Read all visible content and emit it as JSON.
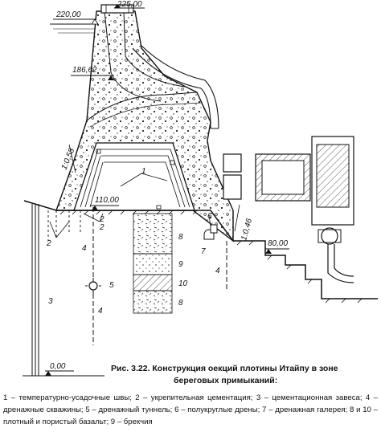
{
  "elevations": {
    "top_crest": "225,00",
    "upstream_water": "220,00",
    "mid_level": "186,62",
    "foundation": "110,00",
    "downstream": "80,00",
    "base": "0,00"
  },
  "slopes": {
    "upstream": "1:0,58",
    "downstream": "1:0,46"
  },
  "callouts": [
    "1",
    "2",
    "2",
    "2",
    "3",
    "4",
    "4",
    "4",
    "5",
    "6",
    "7",
    "8",
    "8",
    "9",
    "10"
  ],
  "caption": {
    "line1": "Рис. 3.22. Конструкция оекций плотины Итайпу в зоне",
    "line2": "береговых примыканий:"
  },
  "legend": "1 – температурно-усадочные швы; 2 – укрепительная цементация; 3 – цементационная завеса; 4 – дренажные скважины; 5 – дренажный туннель; 6 – полукруглые дрены; 7 – дренажная галерея; 8 и 10 – плотный и пористый базальт; 9 – брекчия"
}
